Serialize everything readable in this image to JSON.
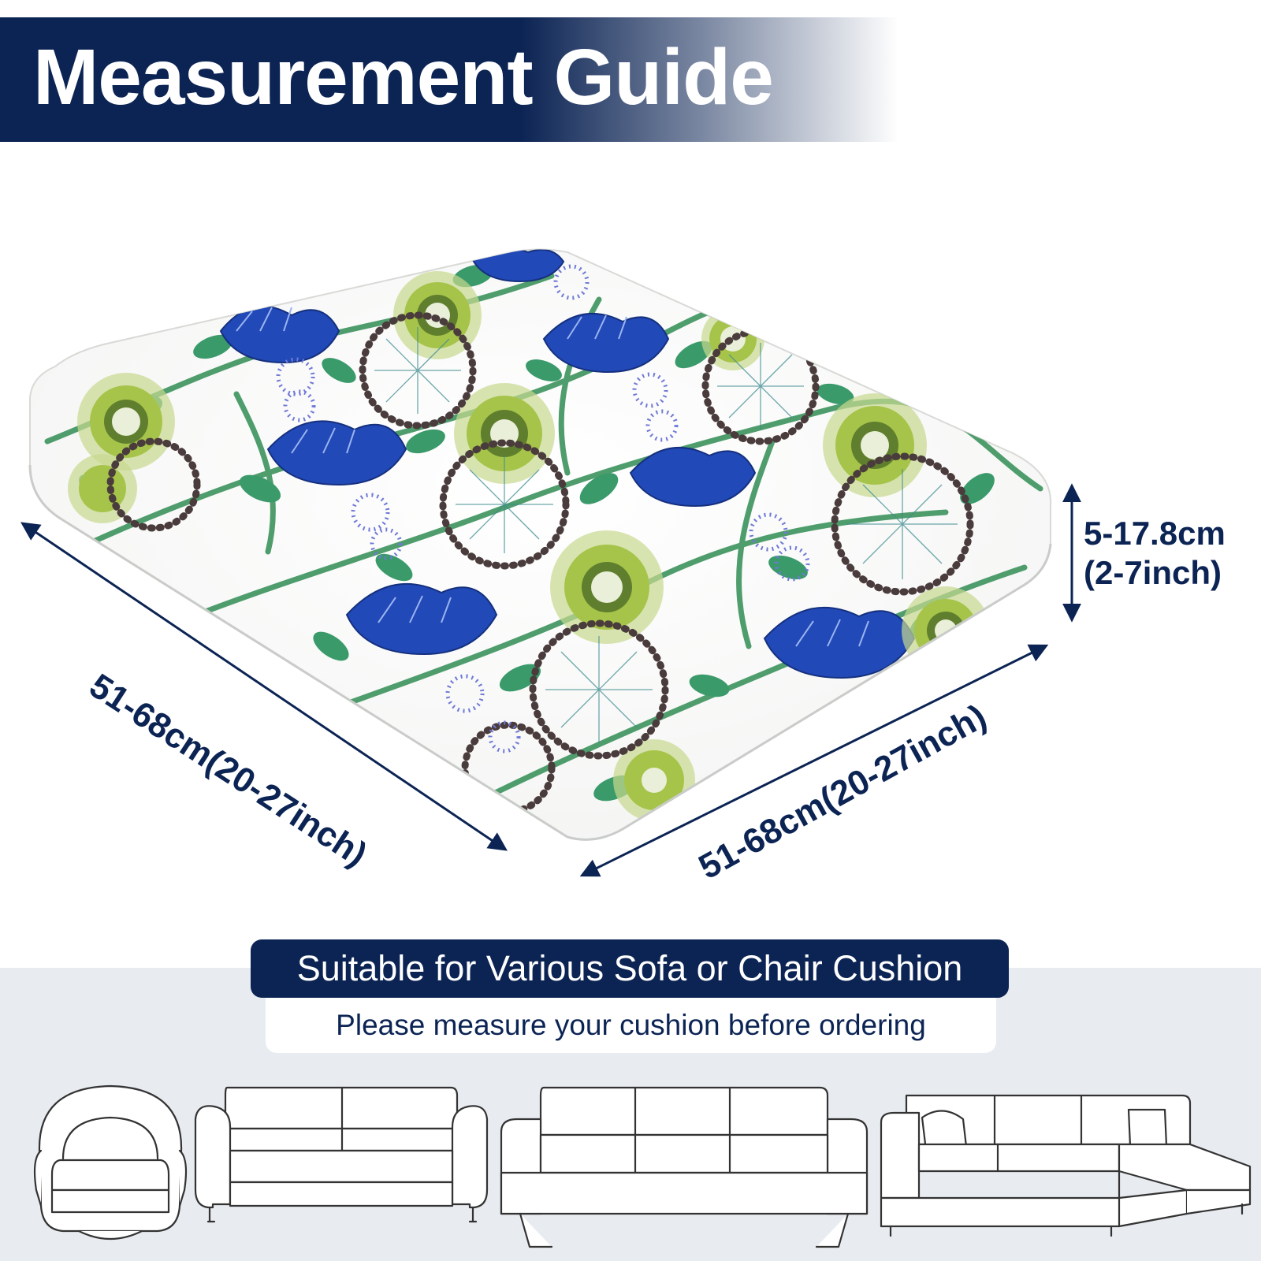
{
  "header": {
    "title": "Measurement Guide"
  },
  "dimensions": {
    "length": "51-68cm(20-27inch)",
    "width": "51-68cm(20-27inch)",
    "height_cm": "5-17.8cm",
    "height_in": "(2-7inch)"
  },
  "info": {
    "headline": "Suitable for Various Sofa or Chair Cushion",
    "note": "Please measure your cushion before ordering"
  },
  "colors": {
    "navy": "#0c2454",
    "band": "#e8ebf0",
    "leaf_green": "#3a9a6a",
    "flower_blue": "#2149b8",
    "lime": "#a6c44a",
    "dot_brown": "#4a3c3c"
  },
  "icons": [
    "armchair-icon",
    "loveseat-icon",
    "three-seat-sofa-icon",
    "sectional-sofa-icon"
  ]
}
